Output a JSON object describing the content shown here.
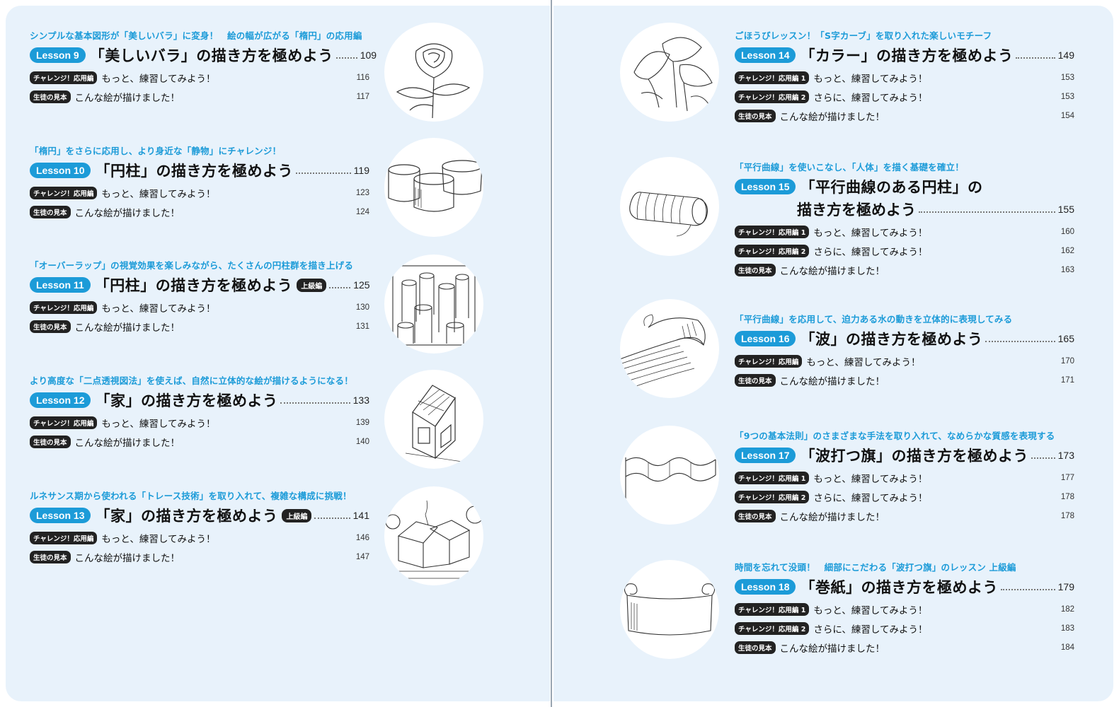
{
  "left_lessons": [
    {
      "tagline": "シンプルな基本図形が「美しいバラ」に変身！　絵の幅が広がる「楕円」の応用編",
      "badge": "Lesson 9",
      "title": "「美しいバラ」の描き方を極めよう",
      "page": "109",
      "subs": [
        {
          "badge": "チャレンジ！応用編",
          "text": "もっと、練習してみよう！",
          "page": "116"
        },
        {
          "badge": "生徒の見本",
          "text": "こんな絵が描けました！",
          "page": "117"
        }
      ],
      "icon": "rose-illustration"
    },
    {
      "tagline": "「楕円」をさらに応用し、より身近な「静物」にチャレンジ！",
      "badge": "Lesson 10",
      "title": "「円柱」の描き方を極めよう",
      "page": "119",
      "subs": [
        {
          "badge": "チャレンジ！応用編",
          "text": "もっと、練習してみよう！",
          "page": "123"
        },
        {
          "badge": "生徒の見本",
          "text": "こんな絵が描けました！",
          "page": "124"
        }
      ],
      "icon": "cylinders-illustration"
    },
    {
      "tagline": "「オーバーラップ」の視覚効果を楽しみながら、たくさんの円柱群を描き上げる",
      "badge": "Lesson 11",
      "title": "「円柱」の描き方を極めよう",
      "advanced": "上級編",
      "page": "125",
      "subs": [
        {
          "badge": "チャレンジ！応用編",
          "text": "もっと、練習してみよう！",
          "page": "130"
        },
        {
          "badge": "生徒の見本",
          "text": "こんな絵が描けました！",
          "page": "131"
        }
      ],
      "icon": "cylinder-group-illustration"
    },
    {
      "tagline": "より高度な「二点透視図法」を使えば、自然に立体的な絵が描けるようになる！",
      "badge": "Lesson 12",
      "title": "「家」の描き方を極めよう",
      "page": "133",
      "subs": [
        {
          "badge": "チャレンジ！応用編",
          "text": "もっと、練習してみよう！",
          "page": "139"
        },
        {
          "badge": "生徒の見本",
          "text": "こんな絵が描けました！",
          "page": "140"
        }
      ],
      "icon": "house-illustration"
    },
    {
      "tagline": "ルネサンス期から使われる「トレース技術」を取り入れて、複雑な構成に挑戦！",
      "badge": "Lesson 13",
      "title": "「家」の描き方を極めよう",
      "advanced": "上級編",
      "page": "141",
      "subs": [
        {
          "badge": "チャレンジ！応用編",
          "text": "もっと、練習してみよう！",
          "page": "146"
        },
        {
          "badge": "生徒の見本",
          "text": "こんな絵が描けました！",
          "page": "147"
        }
      ],
      "icon": "houses-illustration"
    }
  ],
  "right_lessons": [
    {
      "tagline": "ごほうびレッスン！「S字カーブ」を取り入れた楽しいモチーフ",
      "badge": "Lesson 14",
      "title": "「カラー」の描き方を極めよう",
      "page": "149",
      "subs": [
        {
          "badge": "チャレンジ！応用編 1",
          "text": "もっと、練習してみよう！",
          "page": "153"
        },
        {
          "badge": "チャレンジ！応用編 2",
          "text": "さらに、練習してみよう！",
          "page": "153"
        },
        {
          "badge": "生徒の見本",
          "text": "こんな絵が描けました！",
          "page": "154"
        }
      ],
      "icon": "calla-lily-illustration"
    },
    {
      "tagline": "「平行曲線」を使いこなし、「人体」を描く基礎を確立！",
      "badge": "Lesson 15",
      "title": "「平行曲線のある円柱」の",
      "title_line2": "描き方を極めよう",
      "page": "155",
      "subs": [
        {
          "badge": "チャレンジ！応用編 1",
          "text": "もっと、練習してみよう！",
          "page": "160"
        },
        {
          "badge": "チャレンジ！応用編 2",
          "text": "さらに、練習してみよう！",
          "page": "162"
        },
        {
          "badge": "生徒の見本",
          "text": "こんな絵が描けました！",
          "page": "163"
        }
      ],
      "icon": "coil-cylinder-illustration"
    },
    {
      "tagline": "「平行曲線」を応用して、迫力ある水の動きを立体的に表現してみる",
      "badge": "Lesson 16",
      "title": "「波」の描き方を極めよう",
      "page": "165",
      "subs": [
        {
          "badge": "チャレンジ！応用編",
          "text": "もっと、練習してみよう！",
          "page": "170"
        },
        {
          "badge": "生徒の見本",
          "text": "こんな絵が描けました！",
          "page": "171"
        }
      ],
      "icon": "wave-illustration"
    },
    {
      "tagline": "「9つの基本法則」のさまざまな手法を取り入れて、なめらかな質感を表現する",
      "badge": "Lesson 17",
      "title": "「波打つ旗」の描き方を極めよう",
      "page": "173",
      "subs": [
        {
          "badge": "チャレンジ！応用編 1",
          "text": "もっと、練習してみよう！",
          "page": "177"
        },
        {
          "badge": "チャレンジ！応用編 2",
          "text": "さらに、練習してみよう！",
          "page": "178"
        },
        {
          "badge": "生徒の見本",
          "text": "こんな絵が描けました！",
          "page": "178"
        }
      ],
      "icon": "flag-illustration"
    },
    {
      "tagline": "時間を忘れて没頭！　細部にこだわる「波打つ旗」のレッスン 上級編",
      "badge": "Lesson 18",
      "title": "「巻紙」の描き方を極めよう",
      "page": "179",
      "subs": [
        {
          "badge": "チャレンジ！応用編 1",
          "text": "もっと、練習してみよう！",
          "page": "182"
        },
        {
          "badge": "チャレンジ！応用編 2",
          "text": "さらに、練習してみよう！",
          "page": "183"
        },
        {
          "badge": "生徒の見本",
          "text": "こんな絵が描けました！",
          "page": "184"
        }
      ],
      "icon": "scroll-illustration"
    }
  ],
  "colors": {
    "accent": "#1c9bd8",
    "page_bg": "#e8f2fb",
    "badge_dark": "#222222"
  }
}
